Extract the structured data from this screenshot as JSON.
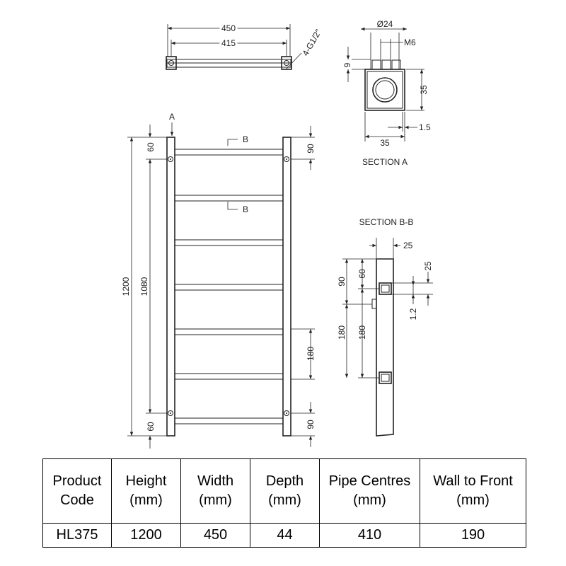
{
  "top_view": {
    "dim_overall_width": "450",
    "dim_pipe_centres": "415",
    "dim_threads": "4-G1/2\""
  },
  "section_a": {
    "title": "SECTION A",
    "dim_diameter": "Ø24",
    "dim_thread": "M6",
    "dim_9": "9",
    "dim_height": "35",
    "dim_width": "35",
    "dim_wall": "1.5"
  },
  "front_view": {
    "label_a": "A",
    "label_b_top": "B",
    "label_b_bottom": "B",
    "dim_overall_height": "1200",
    "dim_inner_height": "1080",
    "dim_top_offset": "60",
    "dim_bottom_offset": "60",
    "dim_top_rail_gap": "90",
    "dim_rail_pitch": "180",
    "dim_bottom_rail_gap": "90"
  },
  "section_bb": {
    "title": "SECTION B-B",
    "dim_width_top": "25",
    "dim_rail_size": "25",
    "dim_rail_wall": "1.2",
    "dim_90": "90",
    "dim_60": "60",
    "dim_180": "180",
    "dim_180_inner": "180"
  },
  "table": {
    "headers": [
      [
        "Product",
        "Code"
      ],
      [
        "Height",
        "(mm)"
      ],
      [
        "Width",
        "(mm)"
      ],
      [
        "Depth",
        "(mm)"
      ],
      [
        "Pipe Centres",
        "(mm)"
      ],
      [
        "Wall to Front",
        "(mm)"
      ]
    ],
    "rows": [
      [
        "HL375",
        "1200",
        "450",
        "44",
        "410",
        "190"
      ]
    ]
  }
}
